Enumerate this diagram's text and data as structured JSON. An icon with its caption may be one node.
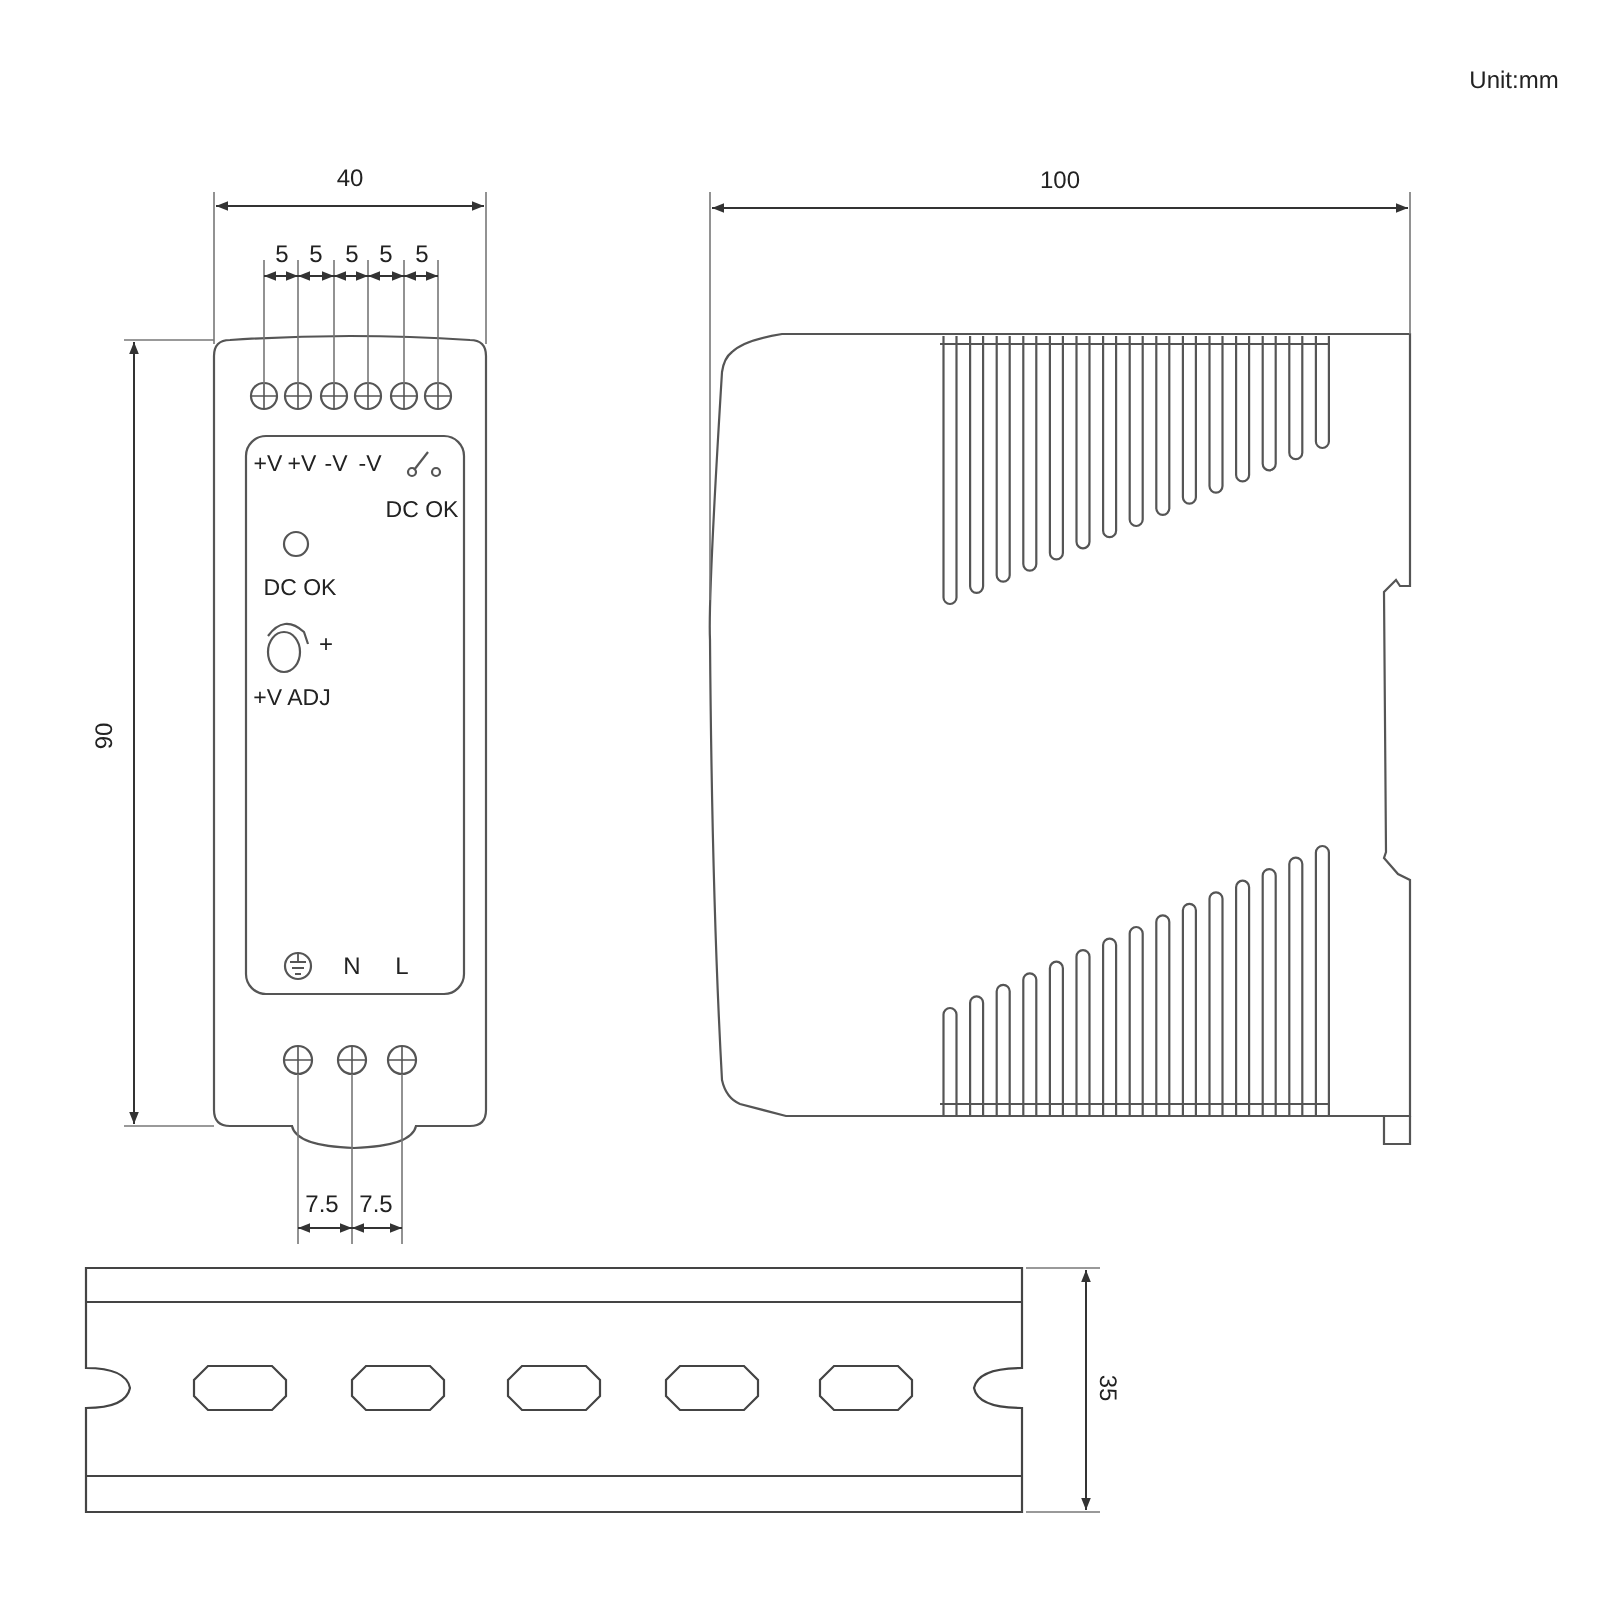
{
  "diagram": {
    "labels": [
      "Unit:mm",
      "40",
      "100",
      "5",
      "5",
      "5",
      "5",
      "5",
      "+V",
      "+V",
      "-V",
      "-V",
      "DC OK",
      "DC OK",
      "+",
      "+V ADJ",
      "90",
      "N",
      "L",
      "7.5",
      "7.5",
      "35"
    ]
  }
}
